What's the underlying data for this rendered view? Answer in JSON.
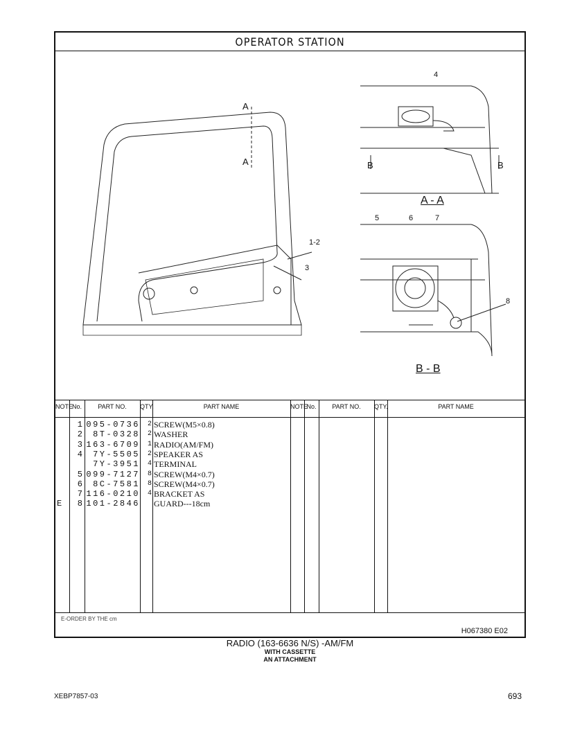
{
  "title": "OPERATOR STATION",
  "diagram": {
    "section_marks": [
      "A",
      "A"
    ],
    "callouts_main": [
      "1-2",
      "3"
    ],
    "view_aa": {
      "label": "A - A",
      "callouts": [
        "4"
      ],
      "section_marks": [
        "B",
        "B"
      ]
    },
    "view_bb": {
      "label": "B - B",
      "callouts": [
        "5",
        "6",
        "7",
        "8"
      ]
    }
  },
  "table": {
    "headers": [
      "NOTE",
      "No.",
      "PART NO.",
      "QTY.",
      "PART NAME"
    ],
    "rows": [
      {
        "note": "",
        "no": "1",
        "part_no": "095-0736",
        "qty": "2",
        "name": "SCREW(M5×0.8)"
      },
      {
        "note": "",
        "no": "2",
        "part_no": "8T-0328",
        "qty": "2",
        "name": "WASHER"
      },
      {
        "note": "",
        "no": "3",
        "part_no": "163-6709",
        "qty": "1",
        "name": "RADIO(AM/FM)"
      },
      {
        "note": "",
        "no": "4",
        "part_no": "7Y-5505",
        "qty": "2",
        "name": "SPEAKER AS"
      },
      {
        "note": "",
        "no": "",
        "part_no": "7Y-3951",
        "qty": "4",
        "name": " TERMINAL"
      },
      {
        "note": "",
        "no": "5",
        "part_no": "099-7127",
        "qty": "8",
        "name": "SCREW(M4×0.7)"
      },
      {
        "note": "",
        "no": "6",
        "part_no": "8C-7581",
        "qty": "8",
        "name": "SCREW(M4×0.7)"
      },
      {
        "note": "",
        "no": "7",
        "part_no": "116-0210",
        "qty": "4",
        "name": "BRACKET AS"
      },
      {
        "note": "E",
        "no": "8",
        "part_no": "101-2846",
        "qty": "",
        "name": "GUARD---18cm"
      }
    ]
  },
  "footer": {
    "note": "E-ORDER BY THE cm",
    "doc_id": "H067380  E02"
  },
  "caption": {
    "line1": "RADIO (163-6636 N/S) -AM/FM",
    "line2": "WITH CASSETTE",
    "line3": "AN ATTACHMENT"
  },
  "publication": "XEBP7857-03",
  "page_number": "693"
}
